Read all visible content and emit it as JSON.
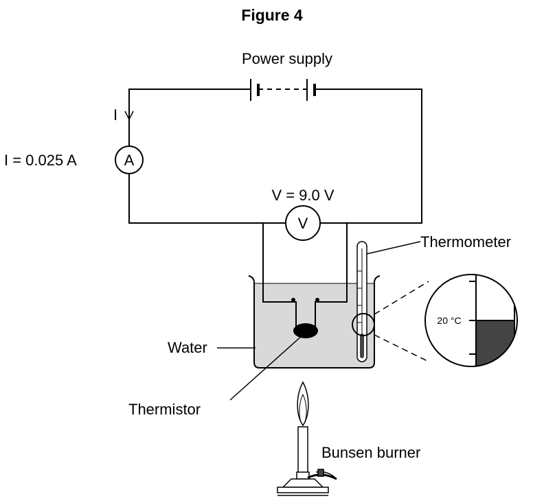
{
  "figure": {
    "title": "Figure 4"
  },
  "labels": {
    "power_supply": "Power supply",
    "current_arrow": "I",
    "current_reading": "I = 0.025 A",
    "ammeter": "A",
    "voltage_reading": "V = 9.0 V",
    "voltmeter": "V",
    "thermometer": "Thermometer",
    "scale_reading": "20 °C",
    "water": "Water",
    "thermistor": "Thermistor",
    "bunsen": "Bunsen burner"
  },
  "colors": {
    "water": "#d9d9d9",
    "mercury": "#444444",
    "thermistor": "#000000"
  }
}
